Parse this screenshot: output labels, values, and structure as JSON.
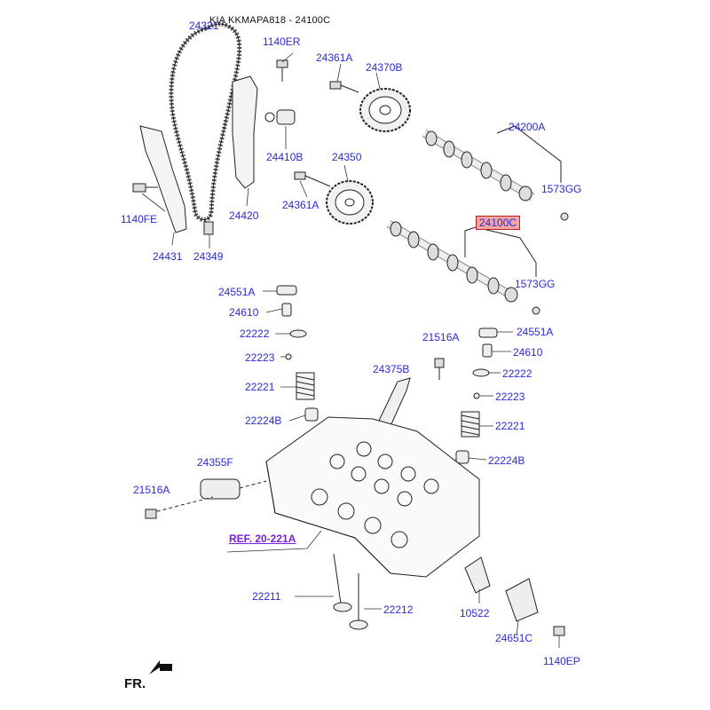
{
  "header": {
    "title": "KIA KKMAPA818 - 24100C"
  },
  "highlight_color": "#f2a6a6",
  "label_color": "#2a2ad8",
  "ref_color": "#7a1fd6",
  "parts": [
    {
      "id": "p1",
      "text": "24321"
    },
    {
      "id": "p2",
      "text": "1140ER"
    },
    {
      "id": "p3",
      "text": "24361A"
    },
    {
      "id": "p4",
      "text": "24370B"
    },
    {
      "id": "p5",
      "text": "24200A"
    },
    {
      "id": "p6",
      "text": "24410B"
    },
    {
      "id": "p7",
      "text": "24350"
    },
    {
      "id": "p8",
      "text": "1573GG"
    },
    {
      "id": "p9",
      "text": "1140FE"
    },
    {
      "id": "p10",
      "text": "24361A"
    },
    {
      "id": "p11",
      "text": "24420"
    },
    {
      "id": "p12",
      "text": "24100C",
      "highlight": true
    },
    {
      "id": "p13",
      "text": "24431"
    },
    {
      "id": "p14",
      "text": "24349"
    },
    {
      "id": "p15",
      "text": "1573GG"
    },
    {
      "id": "p16",
      "text": "24551A"
    },
    {
      "id": "p17",
      "text": "24610"
    },
    {
      "id": "p18",
      "text": "22222"
    },
    {
      "id": "p19",
      "text": "21516A"
    },
    {
      "id": "p20",
      "text": "24551A"
    },
    {
      "id": "p21",
      "text": "22223"
    },
    {
      "id": "p22",
      "text": "24610"
    },
    {
      "id": "p23",
      "text": "24375B"
    },
    {
      "id": "p24",
      "text": "22222"
    },
    {
      "id": "p25",
      "text": "22221"
    },
    {
      "id": "p26",
      "text": "22223"
    },
    {
      "id": "p27",
      "text": "22224B"
    },
    {
      "id": "p28",
      "text": "22221"
    },
    {
      "id": "p29",
      "text": "24355F"
    },
    {
      "id": "p30",
      "text": "22224B"
    },
    {
      "id": "p31",
      "text": "21516A"
    },
    {
      "id": "p32",
      "text": "22211"
    },
    {
      "id": "p33",
      "text": "22212"
    },
    {
      "id": "p34",
      "text": "10522"
    },
    {
      "id": "p35",
      "text": "24651C"
    },
    {
      "id": "p36",
      "text": "1140EP"
    }
  ],
  "reference": {
    "text": "REF. 20-221A"
  },
  "direction": {
    "text": "FR."
  }
}
